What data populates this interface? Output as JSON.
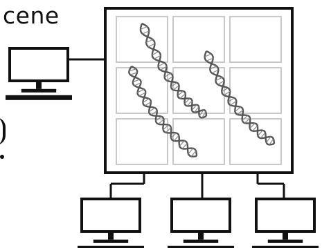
{
  "partial_label": "cene",
  "colors": {
    "ink": "#111111",
    "grid_tile": "#c8c8c8",
    "dna_strand": "#555555"
  },
  "icons": [
    "computer-monitor-icon",
    "dna-helix-icon"
  ],
  "grid": {
    "rows": 3,
    "cols": 3
  },
  "dna_strands": 3,
  "client_computers": 3
}
